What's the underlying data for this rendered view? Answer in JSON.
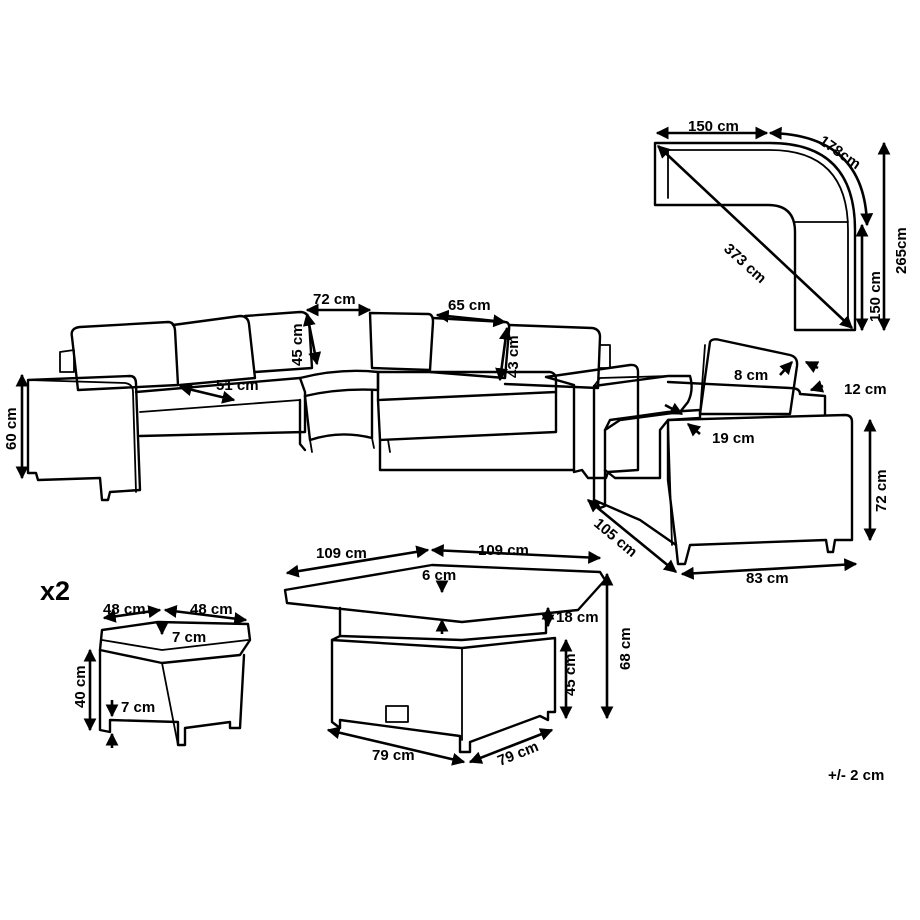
{
  "corner_plan": {
    "w150": "150 cm",
    "w178": "178cm",
    "h265": "265cm",
    "h150": "150 cm",
    "diag": "373 cm"
  },
  "sofa": {
    "h60": "60 cm",
    "d51": "51 cm",
    "w72": "72 cm",
    "h45": "45 cm",
    "w65": "65 cm",
    "h43": "43 cm"
  },
  "chair": {
    "d8": "8 cm",
    "d12": "12 cm",
    "d19": "19 cm",
    "h72": "72 cm",
    "d105": "105 cm",
    "w83": "83 cm"
  },
  "stool": {
    "count": "x2",
    "w48a": "48 cm",
    "w48b": "48 cm",
    "d7a": "7 cm",
    "h40": "40 cm",
    "d7b": "7 cm"
  },
  "table": {
    "w109a": "109 cm",
    "w109b": "109 cm",
    "d6": "6 cm",
    "d18": "18 cm",
    "h45": "45 cm",
    "h68": "68 cm",
    "w79a": "79 cm",
    "w79b": "79 cm"
  },
  "tolerance": "+/- 2 cm"
}
